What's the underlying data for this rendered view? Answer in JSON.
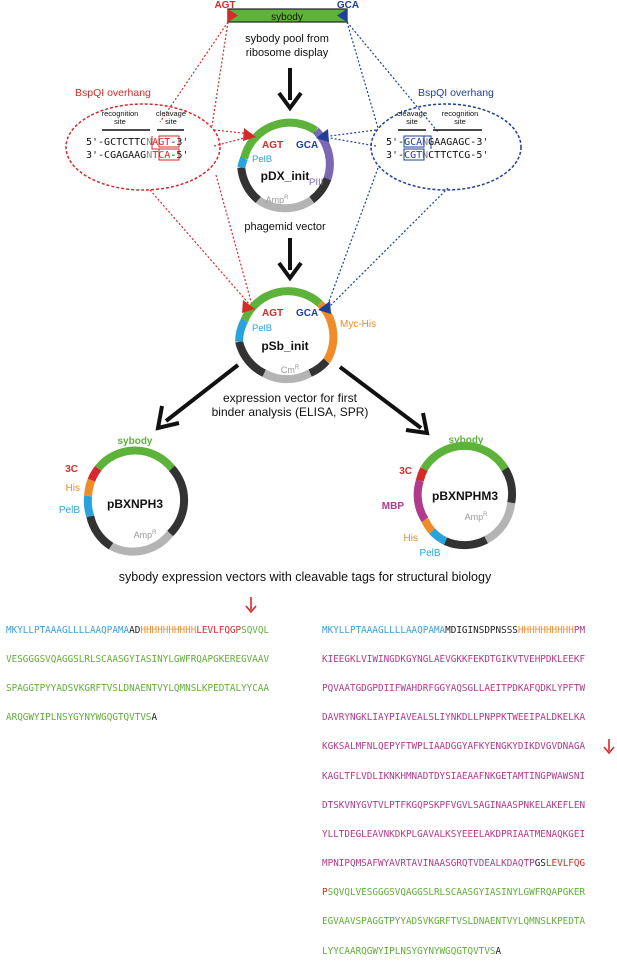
{
  "colors": {
    "sybody": "#5db33a",
    "dark": "#333333",
    "red": "#d42a2a",
    "blue": "#1f3f99",
    "pelb": "#2aa3dc",
    "piii": "#7b68b3",
    "amp": "#b4b4b4",
    "mychis": "#f08c28",
    "mbp": "#b03a8c",
    "his": "#f08c28"
  },
  "top_insert": {
    "label": "sybody",
    "left_overhang": "AGT",
    "right_overhang": "GCA",
    "caption_line1": "sybody pool from",
    "caption_line2": "ribosome display"
  },
  "bspqi_left": {
    "title": "BspQI overhang",
    "recognition_label_1": "recognition",
    "recognition_label_2": "site",
    "cleavage_label_1": "cleavage",
    "cleavage_label_2": "site",
    "line1_a": "5'-GCTCTTC",
    "line1_b": "N",
    "line1_c": "AGT",
    "line1_d": "-3'",
    "line2_a": "3'-CGAGAAG",
    "line2_b": "N",
    "line2_c": "TCA",
    "line2_d": "-5'"
  },
  "bspqi_right": {
    "title": "BspQI overhang",
    "cleavage_label_1": "cleavage",
    "cleavage_label_2": "site",
    "recognition_label_1": "recognition",
    "recognition_label_2": "site",
    "line1_a": "5'-",
    "line1_b": "GCA",
    "line1_c": "N",
    "line1_d": "GAAGAGC-3'",
    "line2_a": "3'-",
    "line2_b": "CGT",
    "line2_c": "N",
    "line2_d": "CTTCTCG-5'"
  },
  "pdx": {
    "name": "pDX_init",
    "agt": "AGT",
    "gca": "GCA",
    "pelb": "PelB",
    "piii": "PIII",
    "amp": "Amp",
    "amp_sup": "R",
    "caption": "phagemid vector"
  },
  "psb": {
    "name": "pSb_init",
    "agt": "AGT",
    "gca": "GCA",
    "pelb": "PelB",
    "mychis": "Myc-His",
    "cm": "Cm",
    "cm_sup": "R",
    "caption_line1": "expression vector for first",
    "caption_line2": "binder analysis (ELISA, SPR)"
  },
  "pbxnph3": {
    "name": "pBXNPH3",
    "sybody": "sybody",
    "c3": "3C",
    "his": "His",
    "pelb": "PelB",
    "amp": "Amp",
    "amp_sup": "R"
  },
  "pbxnphm3": {
    "name": "pBXNPHM3",
    "sybody": "sybody",
    "c3": "3C",
    "mbp": "MBP",
    "his": "His",
    "pelb": "PelB",
    "amp": "Amp",
    "amp_sup": "R"
  },
  "bottom_caption": "sybody expression vectors with cleavable tags for structural biology",
  "seq_left": {
    "l1_sig": "MKYLLPTAAAGLLLLAAQPAMA",
    "l1_dark": "AD",
    "l1_his": "HHHHHHHHHH",
    "l1_link": "LEVLFQGP",
    "l1_syb": "SQVQL",
    "l2": "VESGGGSVQAGGSLRLSCAASGYIASINYLGWFRQAPGKEREGVAAV",
    "l3": "SPAGGTPYYADSVKGRFTVSLDNAENTVYLQMNSLKPEDTALYYCAA",
    "l4_syb": "ARQGWYIPLNSYGYNYWGQGTQVTVS",
    "l4_dark": "A"
  },
  "seq_right": {
    "l1_sig": "MKYLLPTAAAGLLLLAAQPAMA",
    "l1_dark": "MDIGINSDPNSSS",
    "l1_his": "HHHHHHHHHH",
    "l1_mbp": "PM",
    "l2": "KIEEGKLVIWINGDKGYNGLAEVGKKFEKDTGIKVTVEHPDKLEEKF",
    "l3": "PQVAATGDGPDIIFWAHDRFGGYAQSGLLAEITPDKAFQDKLYPFTW",
    "l4": "DAVRYNGKLIAYPIAVEALSLIYNKDLLPNPPKTWEEIPALDKELKA",
    "l5": "KGKSALMFNLQEPYFTWPLIAADGGYAFKYENGKYDIKDVGVDNAGA",
    "l6": "KAGLTFLVDLIKNKHMNADTDYSIAEAAFNKGETAMTINGPWAWSNI",
    "l7": "DTSKVNYGVTVLPTFKGQPSKPFVGVLSAGINAASPNKELAKEFLEN",
    "l8": "YLLTDEGLEAVNKDKPLGAVALKSYEEELAKDPRIAATMENAQKGEI",
    "l9_mbp": "MPNIPQMSAFWYAVRTAVINAASGRQTVDEALKDAQTP",
    "l9_dark": "GS",
    "l9_link": "LEVLFQG",
    "l10_link": "P",
    "l10_syb": "SQVQLVESGGGSVQAGGSLRLSCAASGYIASINYLGWFRQAPGKER",
    "l11": "EGVAAVSPAGGTPYYADSVKGRFTVSLDNAENTVYLQMNSLKPEDTA",
    "l12_syb": "LYYCAARQGWYIPLNSYGYNYWGQGTQVTVS",
    "l12_dark": "A"
  }
}
